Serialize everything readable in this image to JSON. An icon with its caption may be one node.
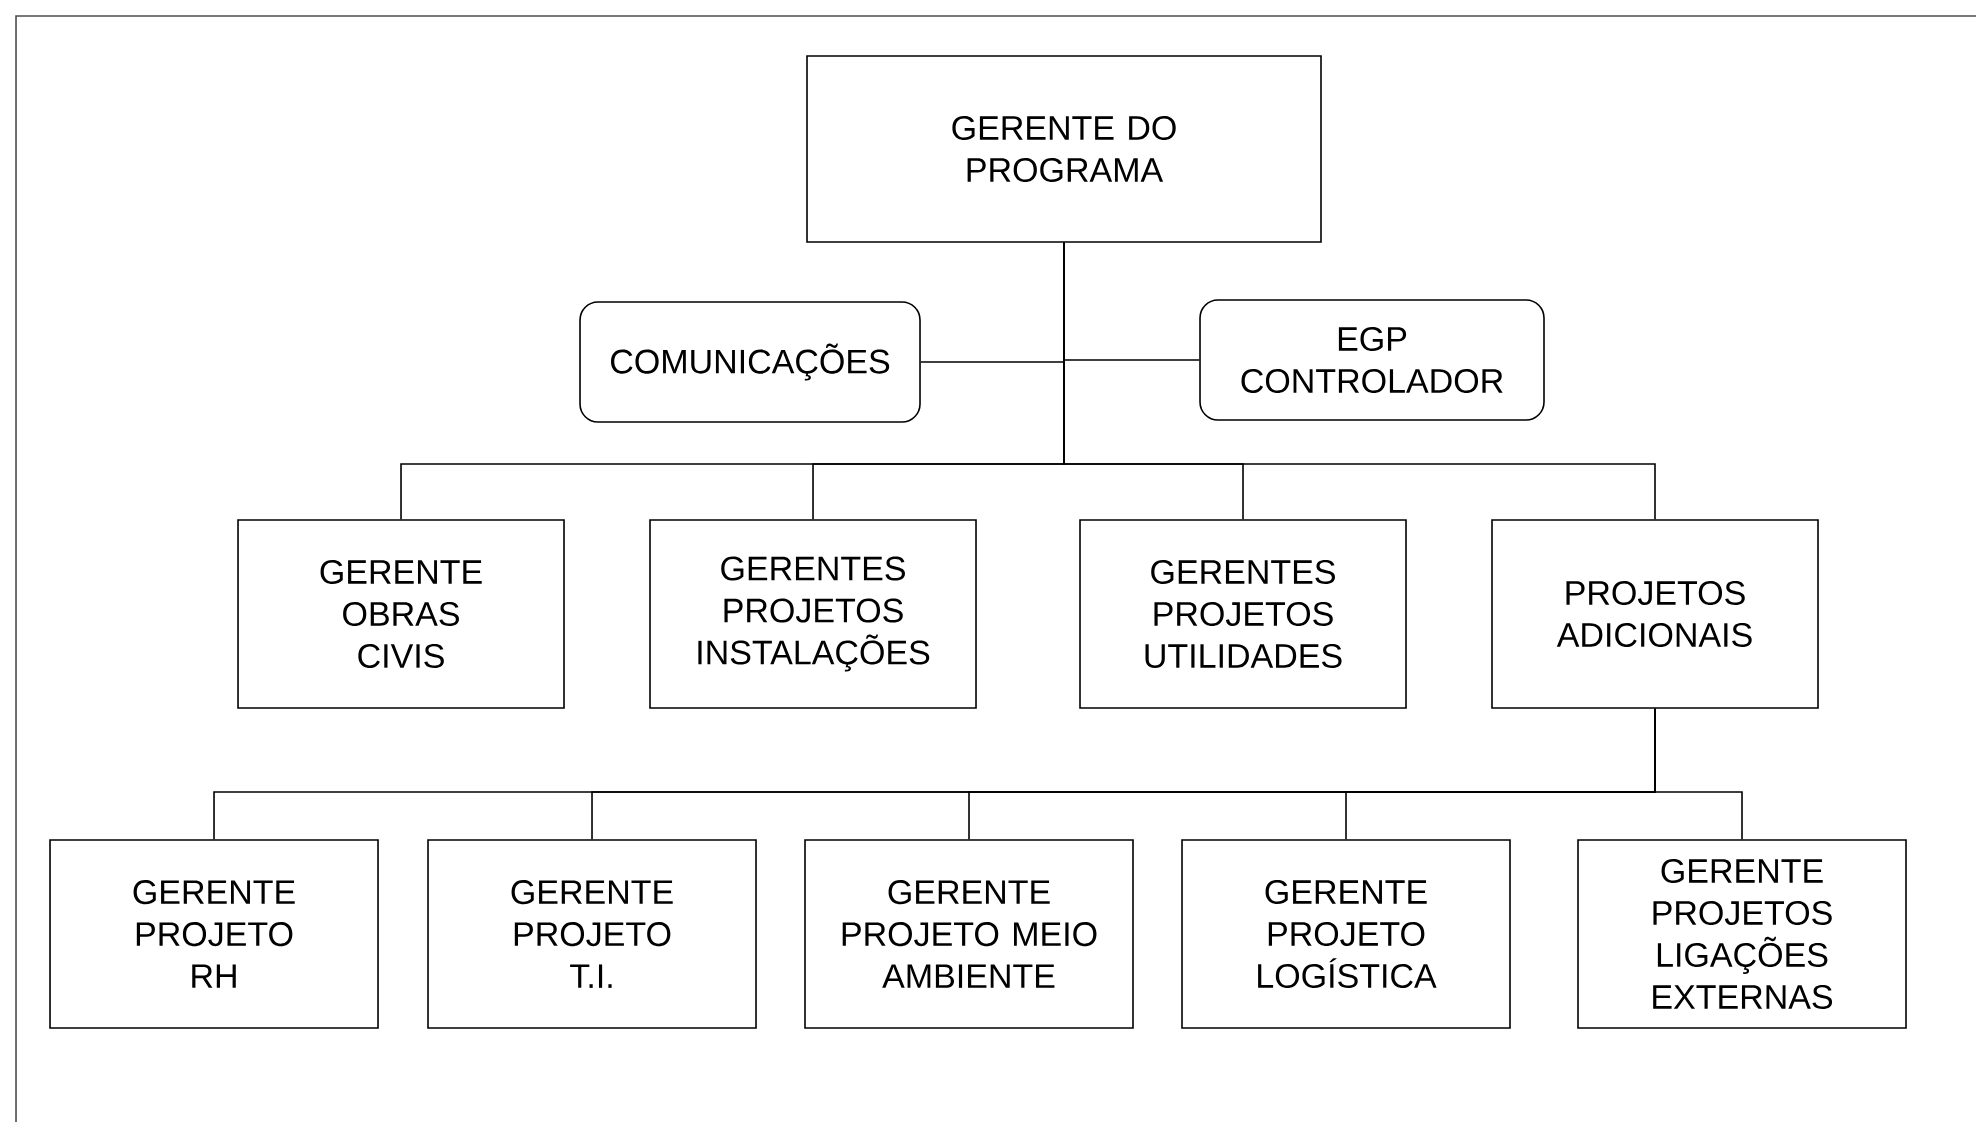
{
  "diagram": {
    "nodes": [
      {
        "text": [
          "GERENTE DO PROGRAMA"
        ]
      },
      {
        "text": [
          "COMUNICAÇÕES"
        ]
      },
      {
        "text": [
          "EGP CONTROLADOR"
        ]
      },
      {
        "text": [
          "GERENTE OBRAS CIVIS"
        ]
      },
      {
        "text": [
          "GERENTES PROJETOS INSTALAÇÕES"
        ]
      },
      {
        "text": [
          "GERENTES PROJETOS UTILIDADES"
        ]
      },
      {
        "text": [
          "PROJETOS ADICIONAIS"
        ]
      },
      {
        "text": [
          "GERENTE PROJETO RH"
        ]
      },
      {
        "text": [
          "GERENTE PROJETO T.I."
        ]
      },
      {
        "text": [
          "GERENTE PROJETO MEIO AMBIENTE"
        ]
      },
      {
        "text": [
          "GERENTE PROJETO LOGÍSTICA"
        ]
      },
      {
        "text": [
          "GERENTE PROJETOS LIGAÇÕES EXTERNAS"
        ]
      }
    ],
    "edges": [
      {
        "from": 0,
        "to": 1,
        "arrow": "none"
      },
      {
        "from": 0,
        "to": 2,
        "arrow": "none"
      },
      {
        "from": 0,
        "to": 3,
        "arrow": "none"
      },
      {
        "from": 0,
        "to": 4,
        "arrow": "none"
      },
      {
        "from": 0,
        "to": 5,
        "arrow": "none"
      },
      {
        "from": 0,
        "to": 6,
        "arrow": "none"
      },
      {
        "from": 6,
        "to": 7,
        "arrow": "none"
      },
      {
        "from": 6,
        "to": 8,
        "arrow": "none"
      },
      {
        "from": 6,
        "to": 9,
        "arrow": "none"
      },
      {
        "from": 6,
        "to": 10,
        "arrow": "none"
      },
      {
        "from": 6,
        "to": 11,
        "arrow": "none"
      }
    ]
  }
}
